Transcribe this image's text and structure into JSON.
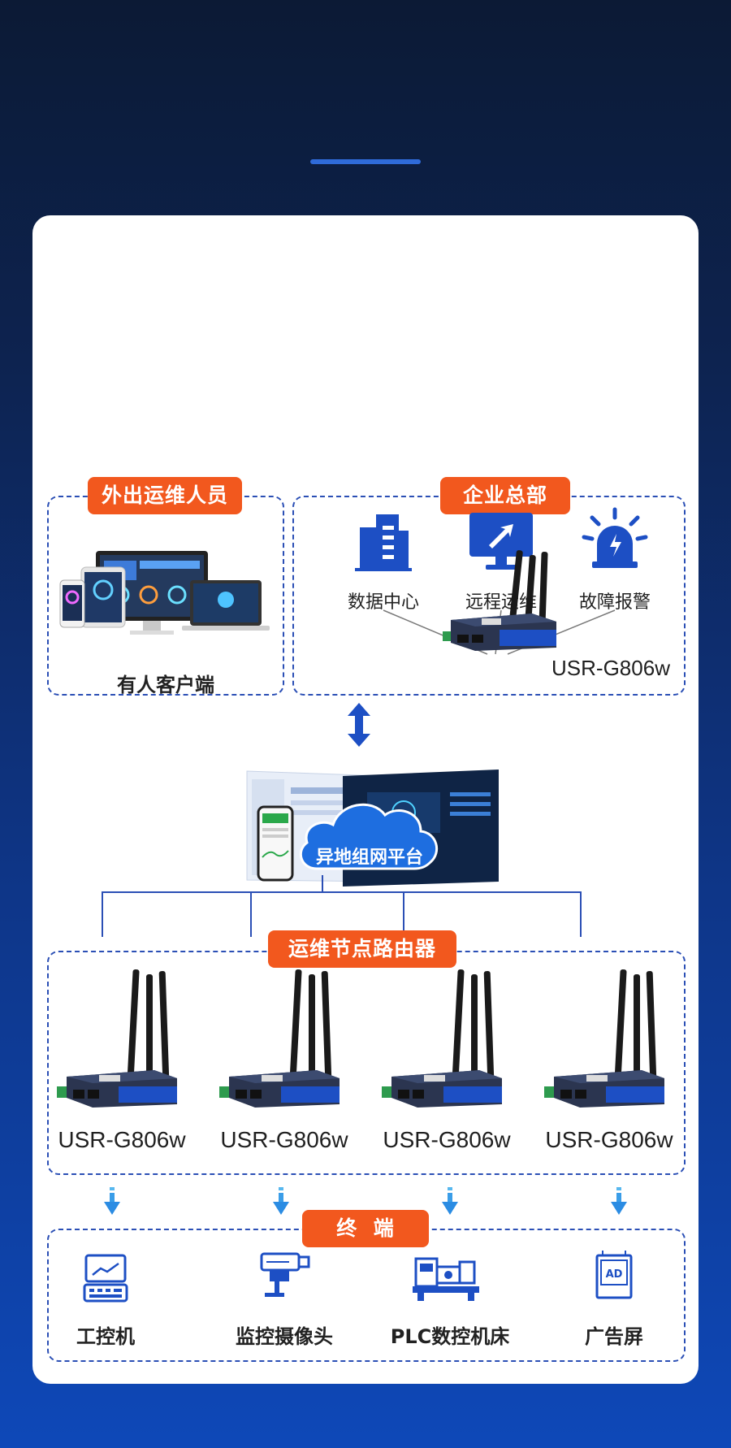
{
  "sections": {
    "field_staff": {
      "badge": "外出运维人员",
      "label": "有人客户端"
    },
    "headquarters": {
      "badge": "企业总部",
      "items": [
        {
          "label": "数据中心",
          "icon": "building-icon"
        },
        {
          "label": "远程运维",
          "icon": "monitor-icon"
        },
        {
          "label": "故障报警",
          "icon": "alarm-icon"
        }
      ],
      "router_model": "USR-G806w"
    },
    "platform": {
      "label": "异地组网平台"
    },
    "nodes": {
      "badge": "运维节点路由器",
      "models": [
        "USR-G806w",
        "USR-G806w",
        "USR-G806w",
        "USR-G806w"
      ]
    },
    "terminals": {
      "badge": "终  端",
      "items": [
        {
          "label": "工控机",
          "icon": "industrial-pc-icon"
        },
        {
          "label": "监控摄像头",
          "icon": "camera-icon"
        },
        {
          "label": "PLC数控机床",
          "icon": "cnc-machine-icon"
        },
        {
          "label": "广告屏",
          "icon": "ad-screen-icon"
        }
      ],
      "ad_icon_text": "AD"
    }
  },
  "colors": {
    "accent": "#f2581e",
    "primary": "#1d4fc4",
    "dashed": "#2b4fb5"
  }
}
